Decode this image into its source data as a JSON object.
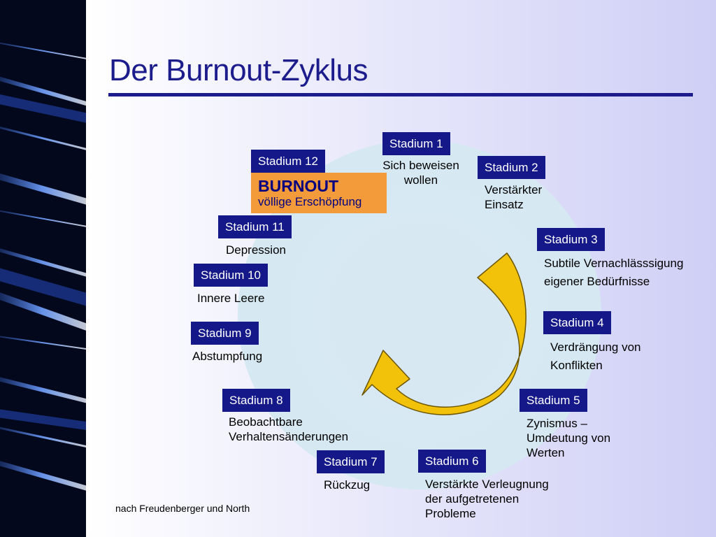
{
  "title": "Der Burnout-Zyklus",
  "source": "nach Freudenberger und North",
  "burnout": {
    "label": "BURNOUT",
    "sub": "völlige Erschöpfung"
  },
  "stages": [
    {
      "label": "Stadium 1",
      "desc": [
        "Sich beweisen",
        "wollen"
      ]
    },
    {
      "label": "Stadium 2",
      "desc": [
        "Verstärkter",
        "Einsatz"
      ]
    },
    {
      "label": "Stadium 3",
      "desc": [
        "Subtile Vernachlässsigung",
        "eigener Bedürfnisse"
      ]
    },
    {
      "label": "Stadium 4",
      "desc": [
        "Verdrängung von",
        "Konflikten"
      ]
    },
    {
      "label": "Stadium 5",
      "desc": [
        "Zynismus –",
        "Umdeutung von",
        "Werten"
      ]
    },
    {
      "label": "Stadium 6",
      "desc": [
        "Verstärkte Verleugnung",
        "der aufgetretenen",
        "Probleme"
      ]
    },
    {
      "label": "Stadium 7",
      "desc": [
        "Rückzug"
      ]
    },
    {
      "label": "Stadium 8",
      "desc": [
        "Beobachtbare",
        "Verhaltensänderungen"
      ]
    },
    {
      "label": "Stadium 9",
      "desc": [
        "Abstumpfung"
      ]
    },
    {
      "label": "Stadium 10",
      "desc": [
        "Innere Leere"
      ]
    },
    {
      "label": "Stadium 11",
      "desc": [
        "Depression"
      ]
    },
    {
      "label": "Stadium 12",
      "desc": []
    }
  ],
  "colors": {
    "title": "#1c1c8c",
    "stage_box": "#141889",
    "burnout_box": "#f39a3a",
    "arrow_fill": "#f2c20a",
    "cycle_circle": "#d6e9f3"
  }
}
